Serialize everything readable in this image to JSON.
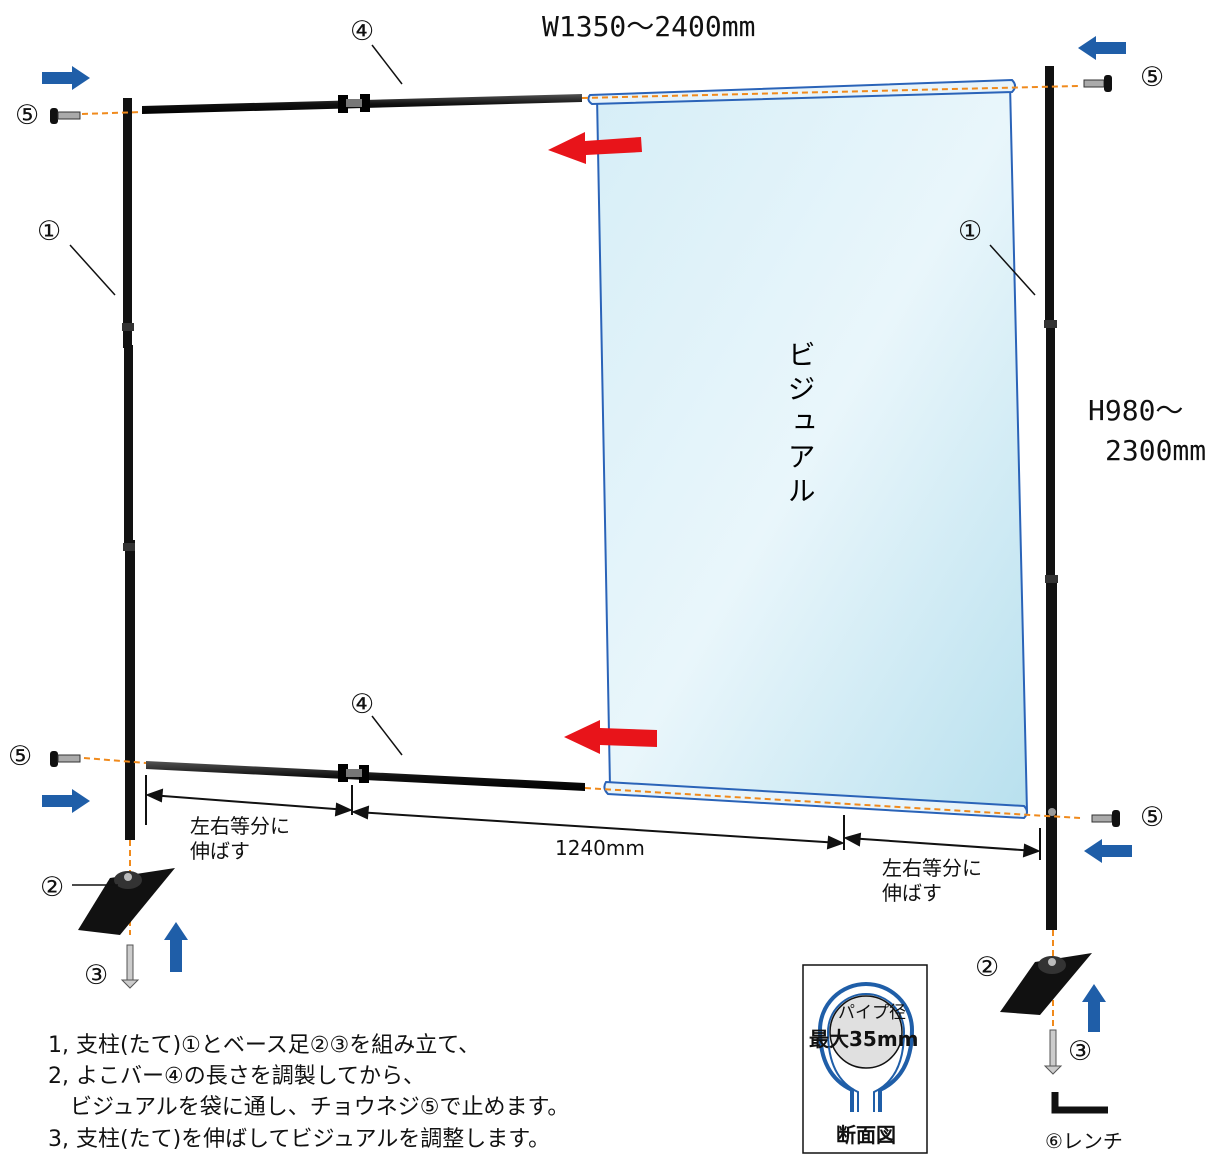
{
  "dimensions": {
    "width": "W1350～2400mm",
    "height_line1": "H980～",
    "height_line2": "2300mm",
    "center_span": "1240mm"
  },
  "labels": {
    "visual_vertical": "ビジュアル",
    "stretch_line1": "左右等分に",
    "stretch_line2": "伸ばす"
  },
  "parts": {
    "pole": "①",
    "base_foot": "②",
    "screw": "③",
    "crossbar": "④",
    "knob_bolt": "⑤",
    "wrench": "⑥レンチ"
  },
  "steps": [
    "1, 支柱(たて)①とベース足②③を組み立て、",
    "2, よこバー④の長さを調製してから、",
    "　ビジュアルを袋に通し、チョウネジ⑤で止めます。",
    "3, 支柱(たて)を伸ばしてビジュアルを調整します。"
  ],
  "cross_section": {
    "pipe_label": "パイプ径",
    "max_label": "最大35mm",
    "caption": "断面図"
  },
  "colors": {
    "arrow_blue": "#1f5ea8",
    "arrow_red": "#e8141a",
    "guide_orange": "#f08a1c",
    "banner_fill": "#bfe3ef",
    "banner_edge": "#2a63b8",
    "pole": "#111111"
  }
}
